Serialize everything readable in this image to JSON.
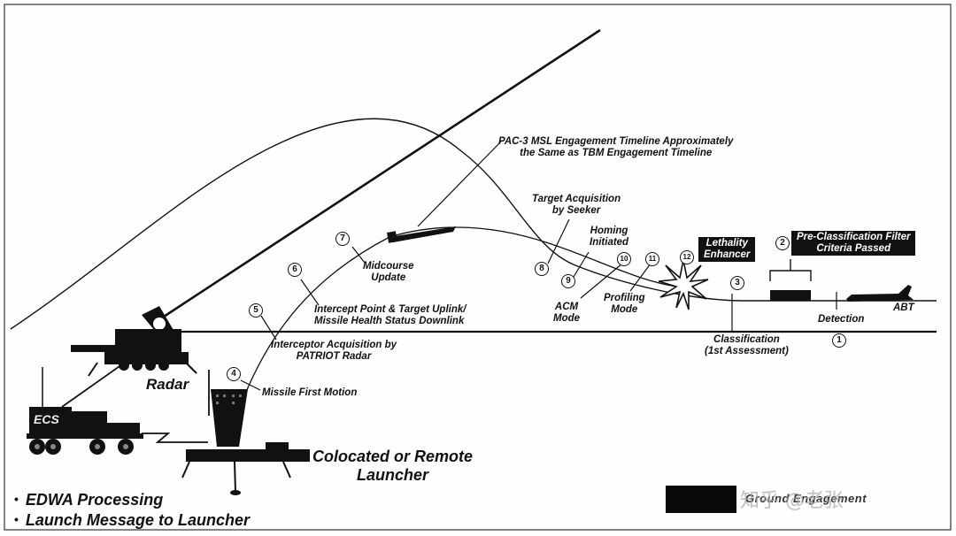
{
  "diagram": {
    "title_callout": "PAC-3 MSL Engagement Timeline Approximately the Same as TBM Engagement Timeline",
    "title_callout_lines": [
      "PAC-3 MSL Engagement Timeline Approximately",
      "the Same as TBM Engagement Timeline"
    ],
    "events": [
      {
        "num": "1",
        "lines": [
          "Detection"
        ]
      },
      {
        "num": "2",
        "lines": [
          "Pre-Classification Filter",
          "Criteria Passed"
        ],
        "boxed": true
      },
      {
        "num": "3",
        "lines": [
          "Classification",
          "(1st Assessment)"
        ]
      },
      {
        "num": "4",
        "lines": [
          "Missile First Motion"
        ]
      },
      {
        "num": "5",
        "lines": [
          "Interceptor Acquisition by",
          "PATRIOT Radar"
        ]
      },
      {
        "num": "6",
        "lines": [
          "Intercept Point & Target Uplink/",
          "Missile Health Status Downlink"
        ]
      },
      {
        "num": "7",
        "lines": [
          "Midcourse",
          "Update"
        ]
      },
      {
        "num": "8",
        "lines": [
          "Target Acquisition",
          "by Seeker"
        ]
      },
      {
        "num": "9",
        "lines": [
          "Homing",
          "Initiated"
        ]
      },
      {
        "num": "10",
        "lines": [
          "ACM",
          "Mode"
        ]
      },
      {
        "num": "11",
        "lines": [
          "Profiling",
          "Mode"
        ]
      },
      {
        "num": "12",
        "lines": [
          "Lethality",
          "Enhancer"
        ],
        "boxed": true
      }
    ],
    "equipment": {
      "radar": "Radar",
      "ecs": "ECS",
      "launcher_lines": [
        "Colocated or Remote",
        "Launcher"
      ],
      "target": "ABT"
    },
    "bullets": [
      "EDWA Processing",
      "Launch Message to Launcher"
    ],
    "legend": {
      "text": "Ground Engagement",
      "swatch_color": "#0a0a0a"
    },
    "watermark": "知乎 @老张",
    "colors": {
      "ink": "#111111",
      "background": "#fefefe"
    }
  }
}
